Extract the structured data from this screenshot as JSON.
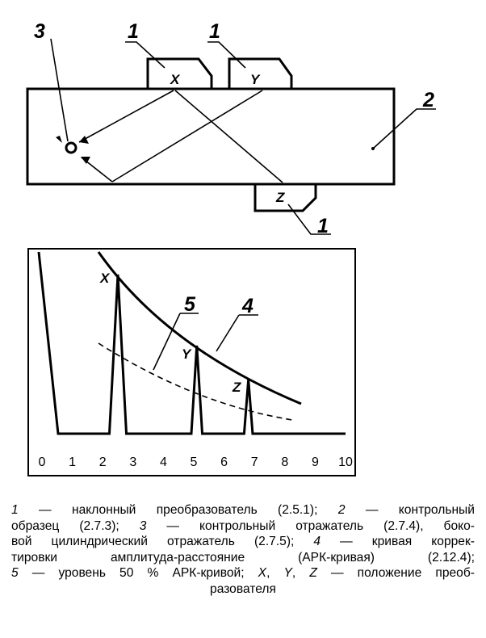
{
  "figure": {
    "labels": {
      "transducer": "1",
      "specimen": "2",
      "reflector": "3",
      "dac_curve": "4",
      "dac_level": "5"
    },
    "positions": {
      "x": "X",
      "y": "Y",
      "z": "Z"
    }
  },
  "chart_data": {
    "type": "line",
    "x": [
      0,
      1,
      2,
      3,
      4,
      5,
      6,
      7,
      8,
      9,
      10
    ],
    "tick_labels": [
      "0",
      "1",
      "2",
      "3",
      "4",
      "5",
      "6",
      "7",
      "8",
      "9",
      "10"
    ],
    "xlim": [
      0,
      10
    ],
    "peaks": [
      {
        "name": "X",
        "x": 2.5
      },
      {
        "name": "Y",
        "x": 5.1
      },
      {
        "name": "Z",
        "x": 6.8
      }
    ],
    "series": [
      {
        "name": "4",
        "style": "solid"
      },
      {
        "name": "5",
        "style": "dashed"
      }
    ],
    "grid": false
  },
  "caption": {
    "lines": [
      [
        {
          "t": "1",
          "i": true
        },
        {
          "t": " — наклонный  преобразователь  (2.5.1);  "
        },
        {
          "t": "2",
          "i": true
        },
        {
          "t": " — контрольный"
        }
      ],
      [
        {
          "t": "образец (2.7.3); "
        },
        {
          "t": "3",
          "i": true
        },
        {
          "t": " — контрольный отражатель (2.7.4), боко-"
        }
      ],
      [
        {
          "t": "вой цилиндрический отражатель (2.7.5); "
        },
        {
          "t": "4",
          "i": true
        },
        {
          "t": " — кривая коррек-"
        }
      ],
      [
        {
          "t": "тировки    амплитуда-расстояние    (АРК-кривая)    (2.12.4);"
        }
      ],
      [
        {
          "t": "5",
          "i": true
        },
        {
          "t": " — уровень 50 % АРК-кривой; "
        },
        {
          "t": "X",
          "i": true
        },
        {
          "t": ", "
        },
        {
          "t": "Y",
          "i": true
        },
        {
          "t": ", "
        },
        {
          "t": "Z",
          "i": true
        },
        {
          "t": " — положение преоб-"
        }
      ],
      [
        {
          "t": "разователя"
        }
      ]
    ]
  }
}
